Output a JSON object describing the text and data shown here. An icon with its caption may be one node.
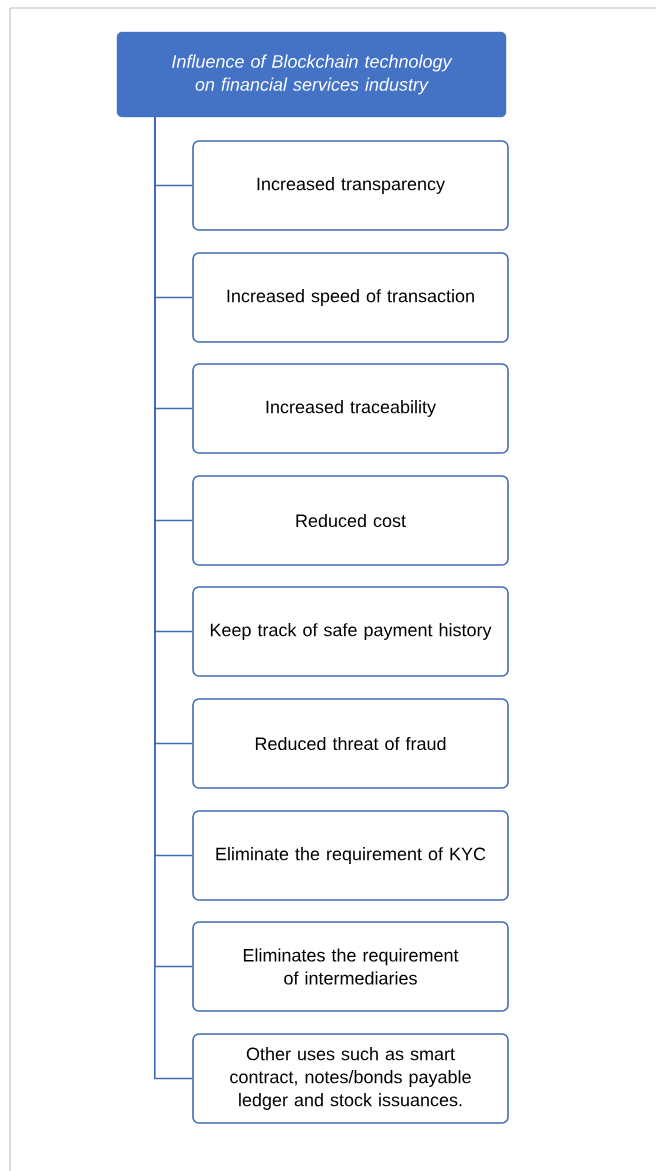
{
  "diagram": {
    "nodes": [
      {
        "text": [
          "Influence of Blockchain technology on financial services industry"
        ]
      },
      {
        "text": [
          "Increased transparency"
        ]
      },
      {
        "text": [
          "Increased speed of transaction"
        ]
      },
      {
        "text": [
          "Increased traceability"
        ]
      },
      {
        "text": [
          "Reduced cost"
        ]
      },
      {
        "text": [
          "Keep track of safe payment history"
        ]
      },
      {
        "text": [
          "Reduced threat of fraud"
        ]
      },
      {
        "text": [
          "Eliminate the requirement of KYC"
        ]
      },
      {
        "text": [
          "Eliminates the requirement of intermediaries"
        ]
      },
      {
        "text": [
          "Other uses such as smart contract, notes/bonds payable ledger and stock issuances."
        ]
      }
    ],
    "edges": [
      {
        "from": 0,
        "to": 1,
        "arrow": "none"
      },
      {
        "from": 0,
        "to": 2,
        "arrow": "none"
      },
      {
        "from": 0,
        "to": 3,
        "arrow": "none"
      },
      {
        "from": 0,
        "to": 4,
        "arrow": "none"
      },
      {
        "from": 0,
        "to": 5,
        "arrow": "none"
      },
      {
        "from": 0,
        "to": 6,
        "arrow": "none"
      },
      {
        "from": 0,
        "to": 7,
        "arrow": "none"
      },
      {
        "from": 0,
        "to": 8,
        "arrow": "none"
      },
      {
        "from": 0,
        "to": 9,
        "arrow": "none"
      }
    ]
  }
}
